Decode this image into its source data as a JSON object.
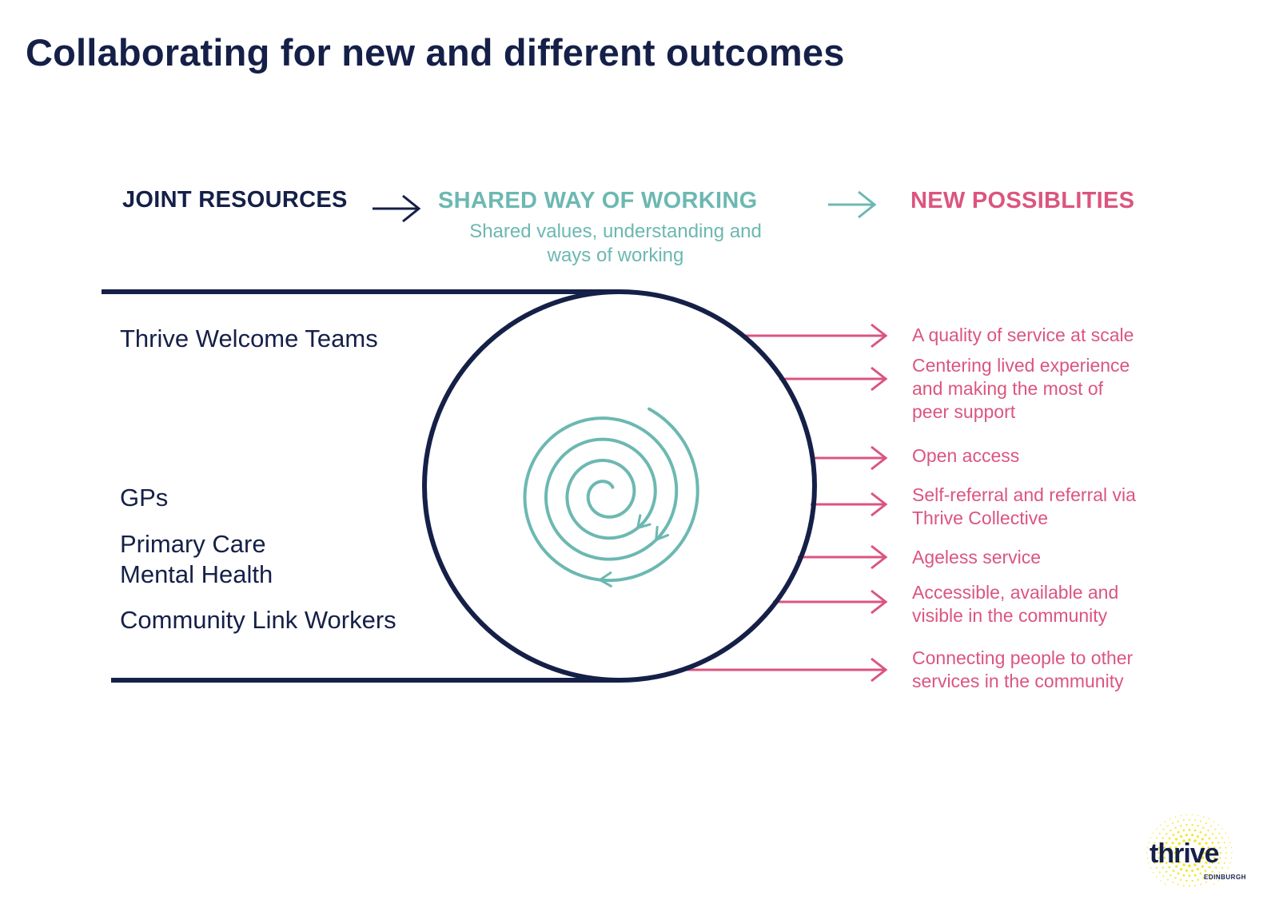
{
  "title": "Collaborating for new and different outcomes",
  "headers": {
    "joint_resources": "JOINT RESOURCES",
    "shared_way": "SHARED WAY OF WORKING",
    "shared_sub": "Shared values, understanding and ways of working",
    "new_possibilities": "NEW POSSIBLITIES"
  },
  "resources": [
    "Thrive Welcome Teams",
    "GPs",
    "Primary Care\nMental Health",
    "Community Link Workers"
  ],
  "possibilities": [
    "A quality of service at scale",
    "Centering lived experience\nand making the most of\npeer support",
    "Open access",
    "Self-referral and referral via\nThrive Collective",
    "Ageless service",
    "Accessible, available and\nvisible in the community",
    "Connecting people to other\nservices in the community"
  ],
  "logo": {
    "word": "thrive",
    "sub": "EDINBURGH"
  },
  "colors": {
    "navy": "#152048",
    "teal": "#6cb8b2",
    "pink": "#db557f",
    "yellow": "#f3e62b"
  }
}
